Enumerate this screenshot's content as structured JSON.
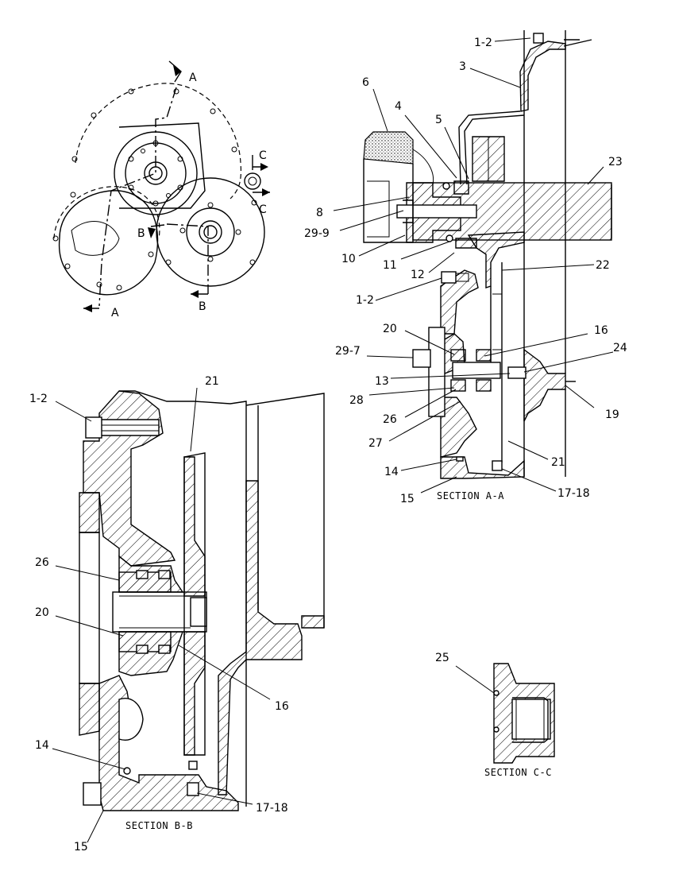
{
  "callouts": {
    "c1_2_top": "1-2",
    "c3": "3",
    "c4": "4",
    "c5": "5",
    "c6": "6",
    "c23": "23",
    "c8": "8",
    "c29_9": "29-9",
    "c10": "10",
    "c11": "11",
    "c12": "12",
    "c22": "22",
    "c1_2_mid": "1-2",
    "c20_a": "20",
    "c16_a": "16",
    "c29_7": "29-7",
    "c24": "24",
    "c13": "13",
    "c28": "28",
    "c19": "19",
    "c26_a": "26",
    "c27": "27",
    "c21_a": "21",
    "c14_a": "14",
    "c15_a": "15",
    "c17_18_a": "17-18",
    "c21_b": "21",
    "c1_2_b": "1-2",
    "c26_b": "26",
    "c20_b": "20",
    "c16_b": "16",
    "c14_b": "14",
    "c17_18_b": "17-18",
    "c15_b": "15",
    "c25": "25"
  },
  "view_markers": {
    "a_top": "A",
    "a_bottom": "A",
    "b_top": "B",
    "b_bottom": "B",
    "c_top": "C",
    "c_bottom": "C"
  },
  "section_titles": {
    "a": "SECTION A-A",
    "b": "SECTION B-B",
    "c": "SECTION C-C"
  }
}
